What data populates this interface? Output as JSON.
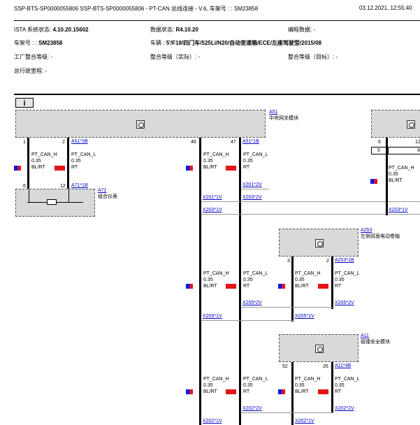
{
  "header": {
    "title": "SSP-BTS-SP0000055806 SSP-BTS-SP0000055806 - PT-CAN 总线连接 - V.6, 车架号 : : SM23858",
    "datetime": "03.12.2021, 12:55:40"
  },
  "info": {
    "ista_label": "ISTA 系统状态:",
    "ista_value": "4.10.20.15602",
    "data_label": "数据状态:",
    "data_value": "R4.10.20",
    "prog_label": "编程数据: -",
    "vin_label": "车架号 : :",
    "vin_value": "SM23858",
    "vehicle_label": "车辆 :",
    "vehicle_value": "5'/F18/四门车/525Li/N20/自动变速箱/ECE/左座驾驶型/2015/08",
    "factory_level": "工厂整合等级: -",
    "level_actual": "整合等级（实际）: -",
    "level_target": "整合等级（目标）: -",
    "mileage": "总行驶里程: -"
  },
  "info_icon": "i",
  "modules": {
    "a51": {
      "code": "A51",
      "name": "中央网关模块"
    },
    "a71": {
      "code": "A71",
      "name": "组合仪表"
    },
    "a253": {
      "code": "A253",
      "name": "左侧双面电动卷轴"
    },
    "a11": {
      "code": "A11",
      "name": "碰撞安全模块"
    }
  },
  "wire": {
    "can_h": "PT_CAN_H",
    "can_l": "PT_CAN_L",
    "size": "0.35",
    "blrt": "BL/RT",
    "rt": "RT"
  },
  "pins": {
    "p1": "1",
    "p2": "2",
    "p46": "46",
    "p47": "47",
    "p6": "6",
    "p12": "12",
    "p6b": "6",
    "p12b": "12",
    "p5": "5",
    "p6c": "6",
    "p3": "3",
    "p2b": "2",
    "p52": "52",
    "p26": "26"
  },
  "connectors": {
    "a51_3b": "A51*3B",
    "a51_1b": "A51*1B",
    "a71_1b": "A71*1B",
    "x201_2v": "X201*2V",
    "x201_1v": "X201*1V",
    "x203_2v": "X203*2V",
    "x203_1v_a": "X203*1V",
    "x203_1v_b": "X203*1V",
    "a253_1b": "A253*1B",
    "x205_2v_a": "X205*2V",
    "x205_2v_b": "X205*2V",
    "x205_1v_a": "X205*1V",
    "x205_1v_b": "X205*1V",
    "a11_4b": "A11*4B",
    "x202_2v_a": "X202*2V",
    "x202_2v_b": "X202*2V",
    "x202_1v_a": "X202*1V",
    "x202_1v_b": "X202*1V"
  }
}
